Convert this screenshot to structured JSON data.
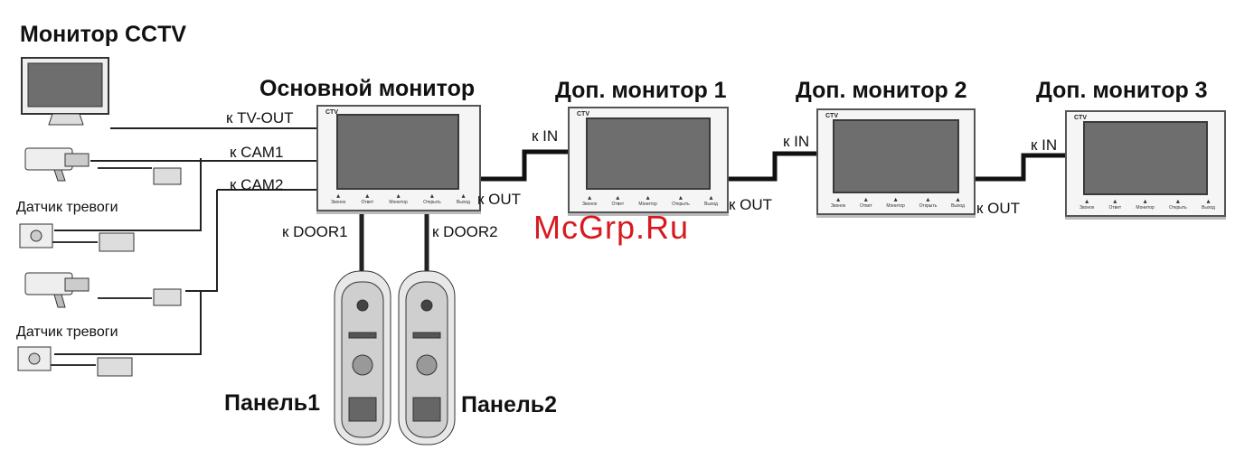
{
  "titles": {
    "cctv_monitor": "Монитор CCTV",
    "main_monitor": "Основной монитор",
    "extra_monitor_1": "Доп. монитор 1",
    "extra_monitor_2": "Доп. монитор 2",
    "extra_monitor_3": "Доп. монитор 3",
    "panel_1": "Панель1",
    "panel_2": "Панель2"
  },
  "connectors": {
    "tv_out": "к TV-OUT",
    "cam1": "к CAM1",
    "cam2": "к CAM2",
    "door1": "к DOOR1",
    "door2": "к DOOR2",
    "main_out": "к OUT",
    "m1_in": "к IN",
    "m1_out": "к OUT",
    "m2_in": "к IN",
    "m2_out": "к OUT",
    "m3_in": "к IN"
  },
  "sensors": {
    "alarm_1": "Датчик тревоги",
    "alarm_2": "Датчик тревоги"
  },
  "watermark": "McGrp.Ru",
  "monitor_brand": "CTV",
  "monitor_buttons": [
    "Звонок",
    "Ответ",
    "Монитор",
    "Открыть",
    "Выход"
  ],
  "colors": {
    "wire": "#1a1a1a",
    "screen": "#6e6e6e",
    "watermark": "#d71920"
  }
}
